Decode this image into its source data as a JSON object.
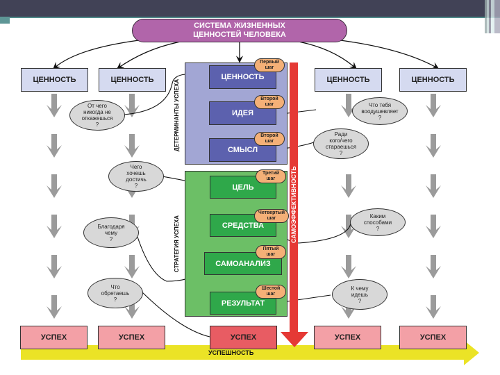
{
  "title": {
    "line1": "СИСТЕМА ЖИЗНЕННЫХ",
    "line2": "ЦЕННОСТЕЙ ЧЕЛОВЕКА",
    "color": "#b165aa"
  },
  "value_boxes": [
    "ЦЕННОСТЬ",
    "ЦЕННОСТЬ",
    "ЦЕННОСТЬ",
    "ЦЕННОСТЬ"
  ],
  "determinants": {
    "label": "ДЕТЕРМИНАНТЫ УСПЕХА",
    "color": "#a2a6d4",
    "items": [
      {
        "label": "ЦЕННОСТЬ",
        "step_line1": "Первый",
        "step_line2": "шаг"
      },
      {
        "label": "ИДЕЯ",
        "step_line1": "Второй",
        "step_line2": "шаг"
      },
      {
        "label": "СМЫСЛ",
        "step_line1": "Второй",
        "step_line2": "шаг"
      }
    ]
  },
  "strategy": {
    "label": "СТРАТЕГИЯ УСПЕХА",
    "color": "#6cbf66",
    "items": [
      {
        "label": "ЦЕЛЬ",
        "step_line1": "Третий",
        "step_line2": "шаг"
      },
      {
        "label": "СРЕДСТВА",
        "step_line1": "Четвертый",
        "step_line2": "шаг"
      },
      {
        "label": "САМОАНАЛИЗ",
        "step_line1": "Пятый",
        "step_line2": "шаг"
      },
      {
        "label": "РЕЗУЛЬТАТ",
        "step_line1": "Шестой",
        "step_line2": "шаг"
      }
    ]
  },
  "self_efficacy": {
    "label": "САМОЭФФЕКТИВНОСТЬ",
    "color": "#e53935"
  },
  "questions": {
    "q1": [
      "От чего",
      "никогда не",
      "откажешься",
      "?"
    ],
    "q2": [
      "Что тебя",
      "воодушевляет",
      "?"
    ],
    "q3": [
      "Ради",
      "кого/чего",
      "стараешься",
      "?"
    ],
    "q4": [
      "Чего",
      "хочешь",
      "достичь",
      "?"
    ],
    "q5": [
      "Каким",
      "способами",
      "?"
    ],
    "q6": [
      "Благодаря",
      "чему",
      "?"
    ],
    "q7": [
      "Что",
      "обретаешь",
      "?"
    ],
    "q8": [
      "К чему",
      "идешь",
      "?"
    ]
  },
  "success_boxes": [
    "УСПЕХ",
    "УСПЕХ",
    "УСПЕХ",
    "УСПЕХ",
    "УСПЕХ"
  ],
  "success_bar": {
    "label": "УСПЕШНОСТЬ",
    "color": "#ebe326"
  }
}
